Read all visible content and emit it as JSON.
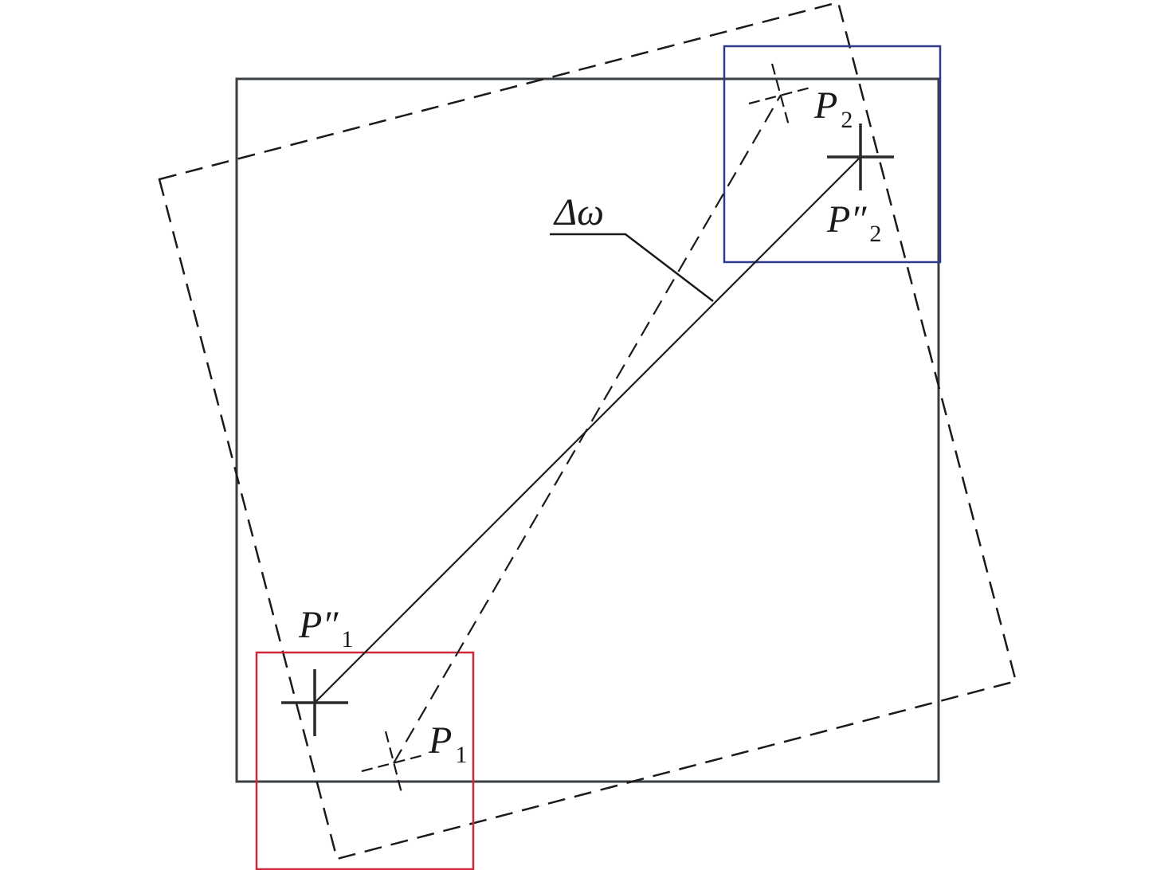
{
  "labels": {
    "p2": {
      "main": "P",
      "sub": "2"
    },
    "p2_prime": {
      "main": "P″",
      "sub": "2"
    },
    "p1_prime": {
      "main": "P″",
      "sub": "1"
    },
    "p1": {
      "main": "P",
      "sub": "1"
    },
    "delta_omega": "Δω"
  },
  "colors": {
    "stroke": "#1a1a1a",
    "frame": "#3a3f44",
    "blue_box": "#2e3a8c",
    "red_box": "#d0283a"
  }
}
